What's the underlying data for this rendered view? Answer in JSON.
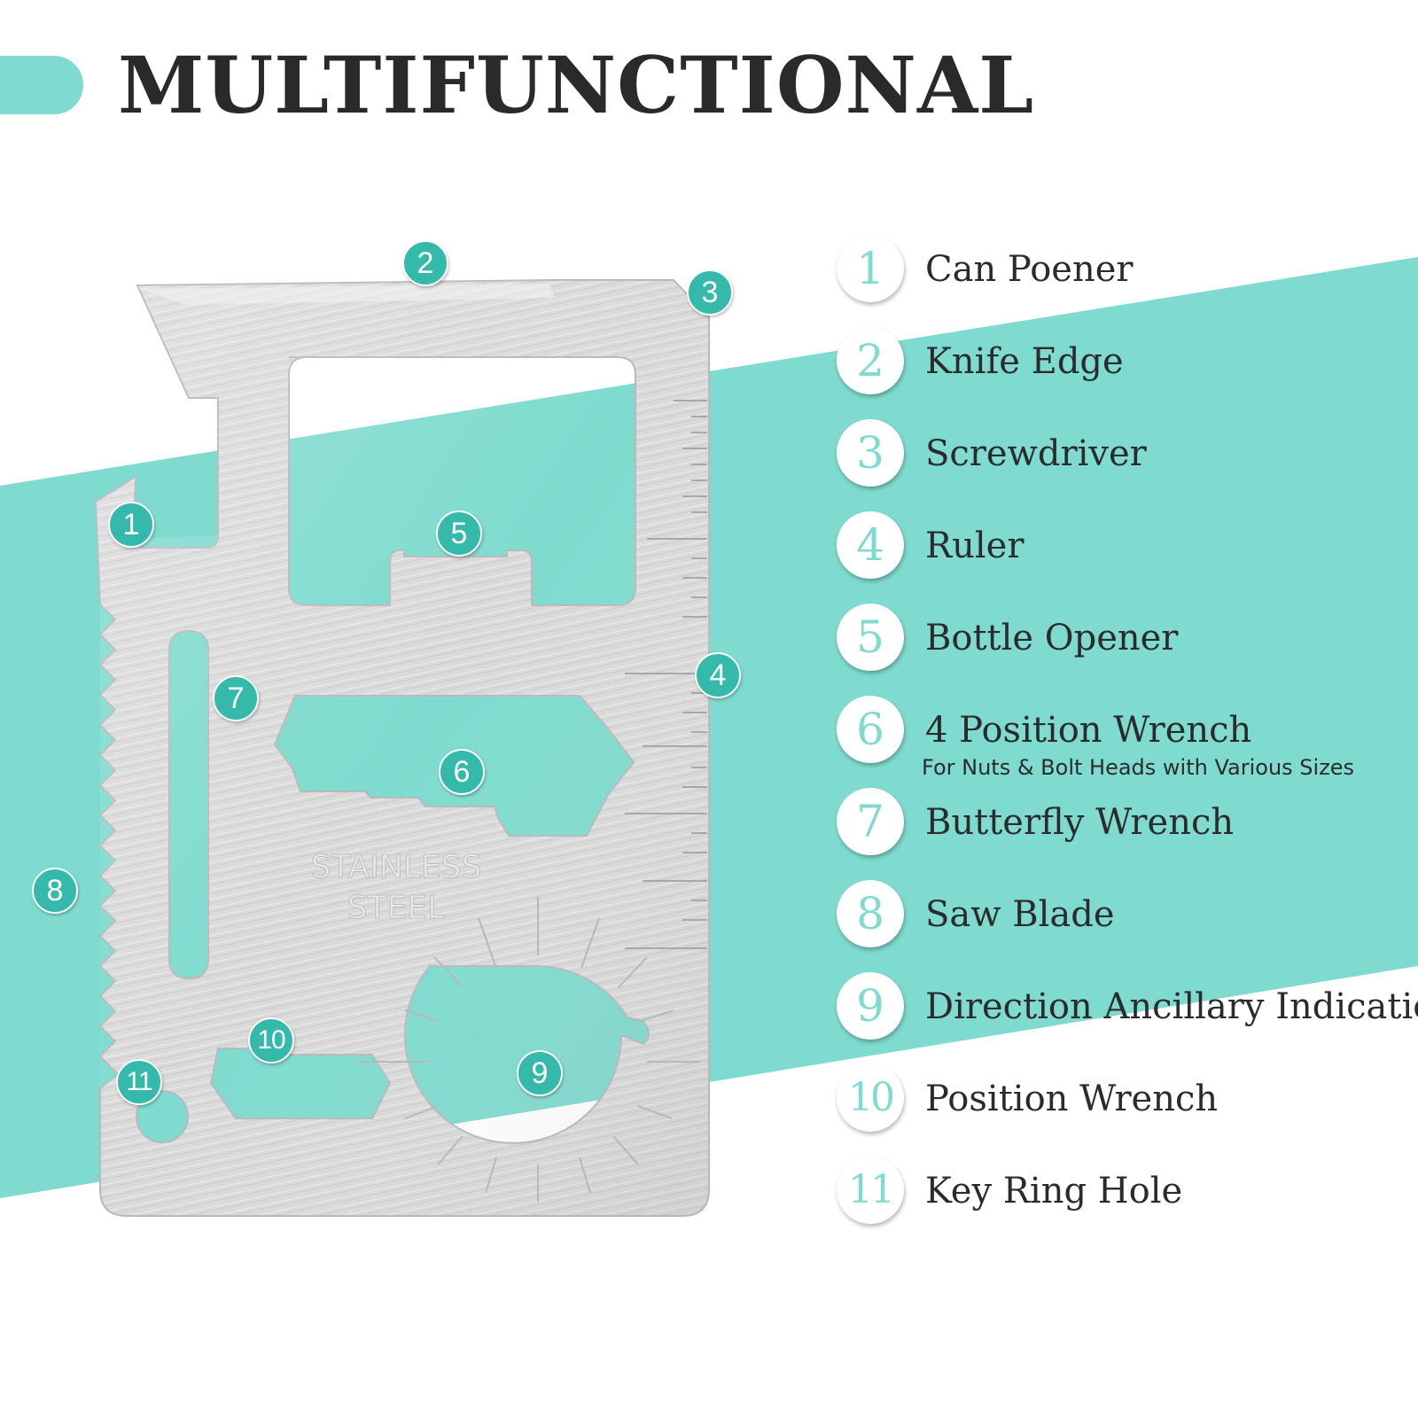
{
  "title": "MULTIFUNCTIONAL",
  "colors": {
    "accent": "#7fdbcf",
    "marker": "#34b9ab",
    "steel": "#d9d9d9",
    "text": "#2b2b2b"
  },
  "tool": {
    "engraving_line1": "STAINLESS",
    "engraving_line2": "STEEL"
  },
  "markers": [
    "1",
    "2",
    "3",
    "4",
    "5",
    "6",
    "7",
    "8",
    "9",
    "10",
    "11"
  ],
  "features": [
    {
      "num": "1",
      "label": "Can Poener"
    },
    {
      "num": "2",
      "label": "Knife Edge"
    },
    {
      "num": "3",
      "label": "Screwdriver"
    },
    {
      "num": "4",
      "label": "Ruler"
    },
    {
      "num": "5",
      "label": "Bottle Opener"
    },
    {
      "num": "6",
      "label": "4 Position Wrench",
      "sub": "For Nuts & Bolt Heads with Various Sizes"
    },
    {
      "num": "7",
      "label": "Butterfly Wrench"
    },
    {
      "num": "8",
      "label": "Saw Blade"
    },
    {
      "num": "9",
      "label": "Direction Ancillary Indication"
    },
    {
      "num": "10",
      "label": "Position Wrench"
    },
    {
      "num": "11",
      "label": "Key Ring Hole"
    }
  ]
}
